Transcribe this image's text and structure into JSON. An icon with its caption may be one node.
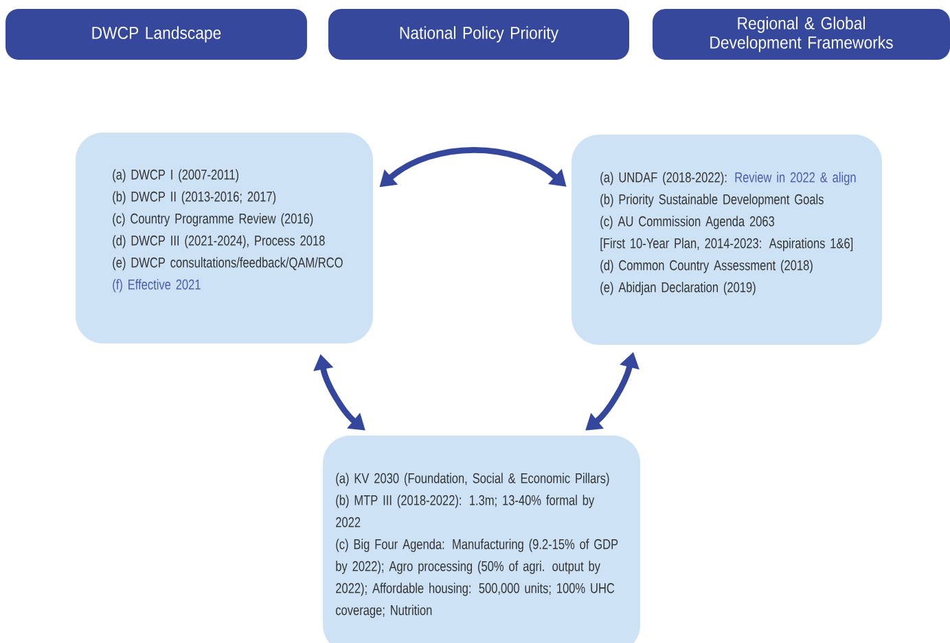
{
  "diagram": {
    "nodes": [
      {
        "text": [
          "DWCP Landscape"
        ]
      },
      {
        "text": [
          "National Policy Priority"
        ]
      },
      {
        "text": [
          "Regional & Global Development Frameworks"
        ]
      },
      {
        "text": [
          "(a) DWCP I (2007-2011)",
          "(b) DWCP II (2013-2016; 2017)",
          "(c) Country Programme Review (2016)",
          "(d) DWCP III (2021-2024), Process 2018",
          "(e) DWCP consultations/feedback/QAM/RCO",
          "(f) Effective 2021"
        ]
      },
      {
        "text": [
          "(a) UNDAF (2018-2022):",
          "Review in 2022 & align",
          "(b) Priority Sustainable Development Goals",
          "(c) AU Commission Agenda 2063",
          "[First 10-Year Plan, 2014-2023: Aspirations 1&6]",
          "(d) Common Country Assessment (2018)",
          "(e) Abidjan Declaration (2019)"
        ]
      },
      {
        "text": [
          "(a) KV 2030 (Foundation, Social & Economic Pillars)",
          "(b) MTP III (2018-2022): 1.3m; 13-40% formal by 2022",
          "(c) Big Four Agenda: Manufacturing (9.2-15% of GDP by 2022); Agro processing (50% of agri. output by 2022); Affordable housing: 500,000 units; 100% UHC coverage; Nutrition"
        ]
      }
    ],
    "edges": [
      {
        "from": 3,
        "to": 4,
        "arrow": "both"
      },
      {
        "from": 3,
        "to": 5,
        "arrow": "both"
      },
      {
        "from": 4,
        "to": 5,
        "arrow": "both"
      }
    ]
  }
}
